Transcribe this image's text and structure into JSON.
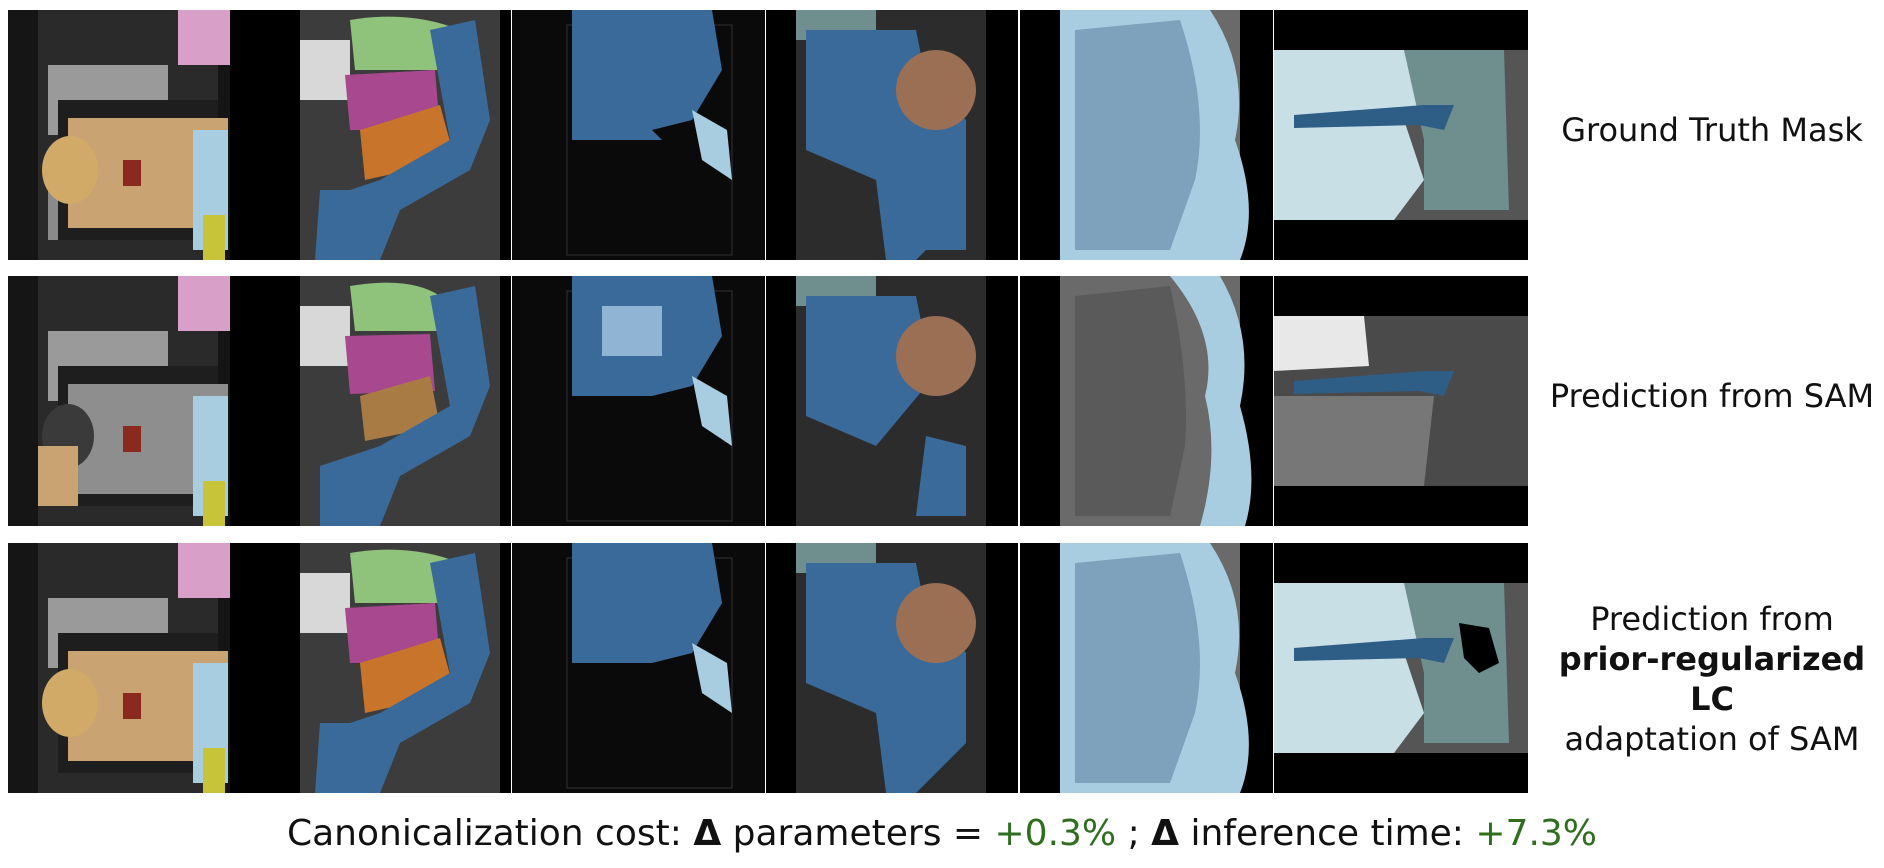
{
  "rows": [
    {
      "label": "Ground Truth Mask"
    },
    {
      "label": "Prediction from SAM"
    },
    {
      "label_lines": [
        "Prediction from",
        "prior-regularized LC",
        "adaptation of SAM"
      ]
    }
  ],
  "caption": {
    "prefix": "Canonicalization cost: ",
    "delta1": "Δ",
    "middle1": " parameters = ",
    "value1": "+0.3%",
    "sep": " ; ",
    "delta2": "Δ",
    "middle2": " inference time: ",
    "value2": "+7.3%"
  },
  "colors": {
    "mask_blue": "#3a6a9a",
    "mask_light_blue": "#a8cde0",
    "mask_green": "#8fc27a",
    "mask_magenta": "#a8488e",
    "mask_orange": "#c8742a",
    "mask_tan": "#c9a371",
    "mask_brown": "#9a6f54",
    "mask_teal": "#6e8f8e",
    "mask_pink": "#d8a0c8",
    "mask_yellow": "#c7c43a",
    "caption_value": "#2f6e1e"
  }
}
